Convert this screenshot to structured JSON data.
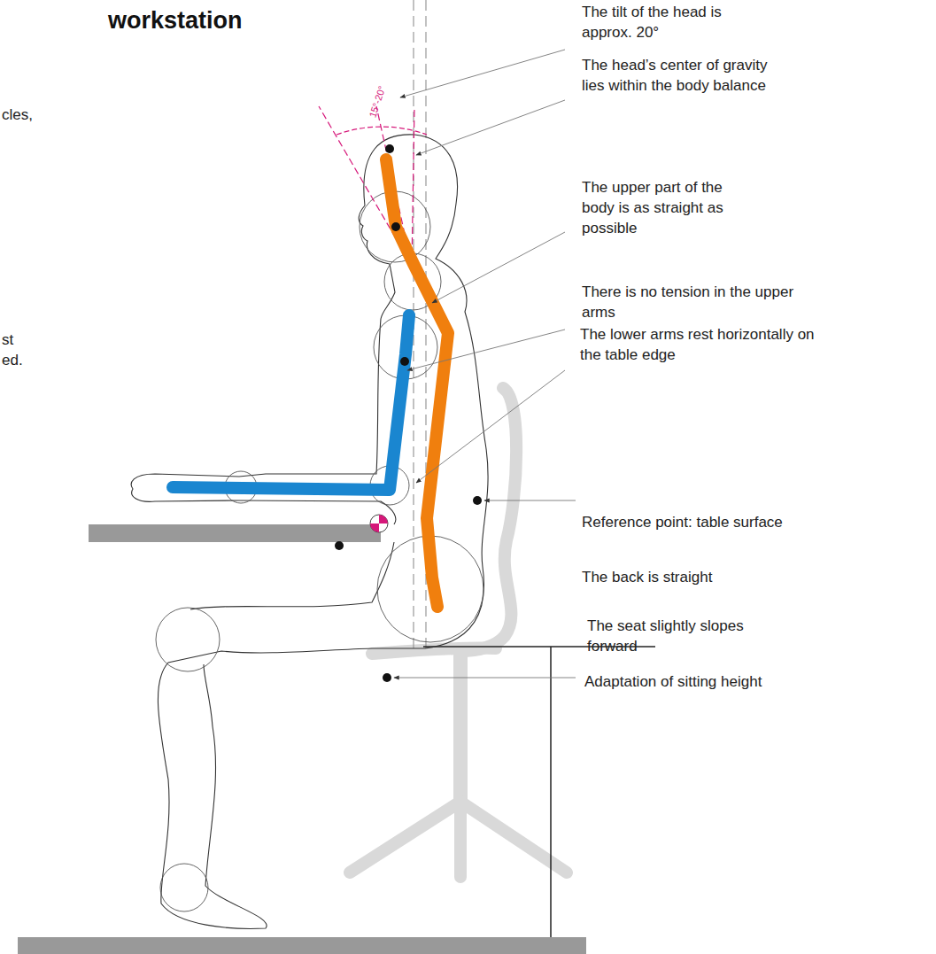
{
  "diagram": {
    "title": "workstation",
    "labels": [
      "cles,",
      "st",
      "ed.",
      "15°-20°",
      "The tilt of the head is approx. 20°",
      "The head’s center of gravity lies within the body balance",
      "The upper part of the body is as straight as possible",
      "There is no tension in the upper arms",
      "The lower arms rest horizontally on the table edge",
      "Reference point: table surface",
      "The back is straight",
      "The seat slightly slopes forward",
      "Adaptation of sitting height"
    ]
  }
}
